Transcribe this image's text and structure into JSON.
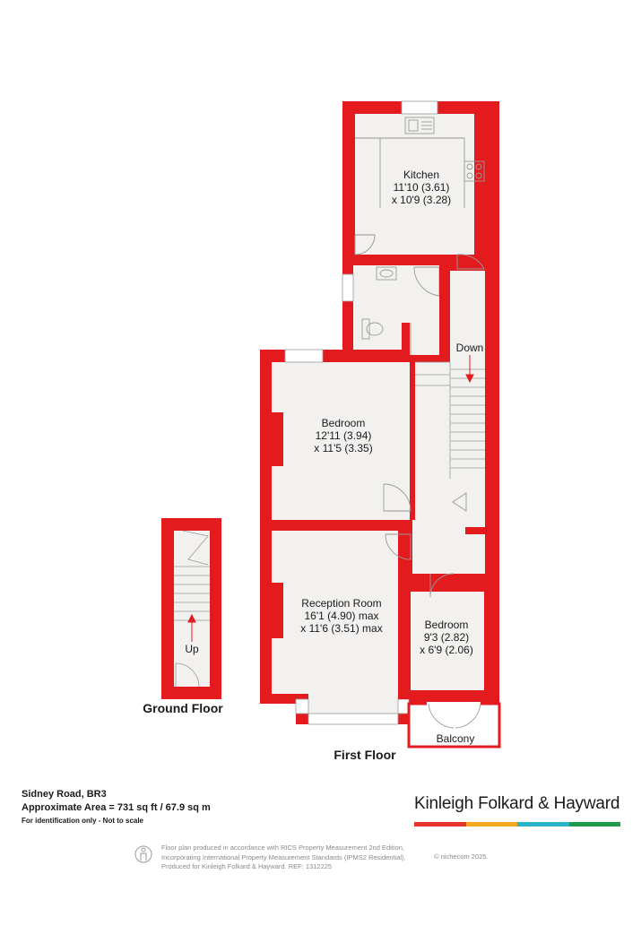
{
  "rooms": {
    "kitchen": {
      "name": "Kitchen",
      "dim1": "11'10 (3.61)",
      "dim2": "x 10'9 (3.28)"
    },
    "bedroom1": {
      "name": "Bedroom",
      "dim1": "12'11 (3.94)",
      "dim2": "x 11'5 (3.35)"
    },
    "reception": {
      "name": "Reception Room",
      "dim1": "16'1 (4.90) max",
      "dim2": "x 11'6 (3.51) max"
    },
    "bedroom2": {
      "name": "Bedroom",
      "dim1": "9'3 (2.82)",
      "dim2": "x 6'9 (2.06)"
    },
    "balcony": {
      "name": "Balcony"
    }
  },
  "labels": {
    "down": "Down",
    "up": "Up",
    "ground_floor": "Ground Floor",
    "first_floor": "First Floor"
  },
  "info": {
    "address": "Sidney Road, BR3",
    "area": "Approximate Area = 731 sq ft / 67.9 sq m",
    "disclaimer": "For identification only - Not to scale"
  },
  "brand": {
    "name": "Kinleigh Folkard & Hayward",
    "stripe_colors": [
      "#e8342e",
      "#f4a81d",
      "#2bb3c8",
      "#1f9a4b"
    ]
  },
  "colors": {
    "wall": "#e31b1f",
    "floor": "#f2f1ef",
    "fixture": "#999999"
  },
  "footer": {
    "line1": "Floor plan produced in accordance with RICS Property Measurement 2nd Edition,",
    "line2": "Incorporating International Property Measurement Standards (IPMS2 Residential).",
    "line3": "Produced for Kinleigh Folkard & Hayward.   REF:  1312225",
    "copyright": "© nichecom 2025."
  }
}
